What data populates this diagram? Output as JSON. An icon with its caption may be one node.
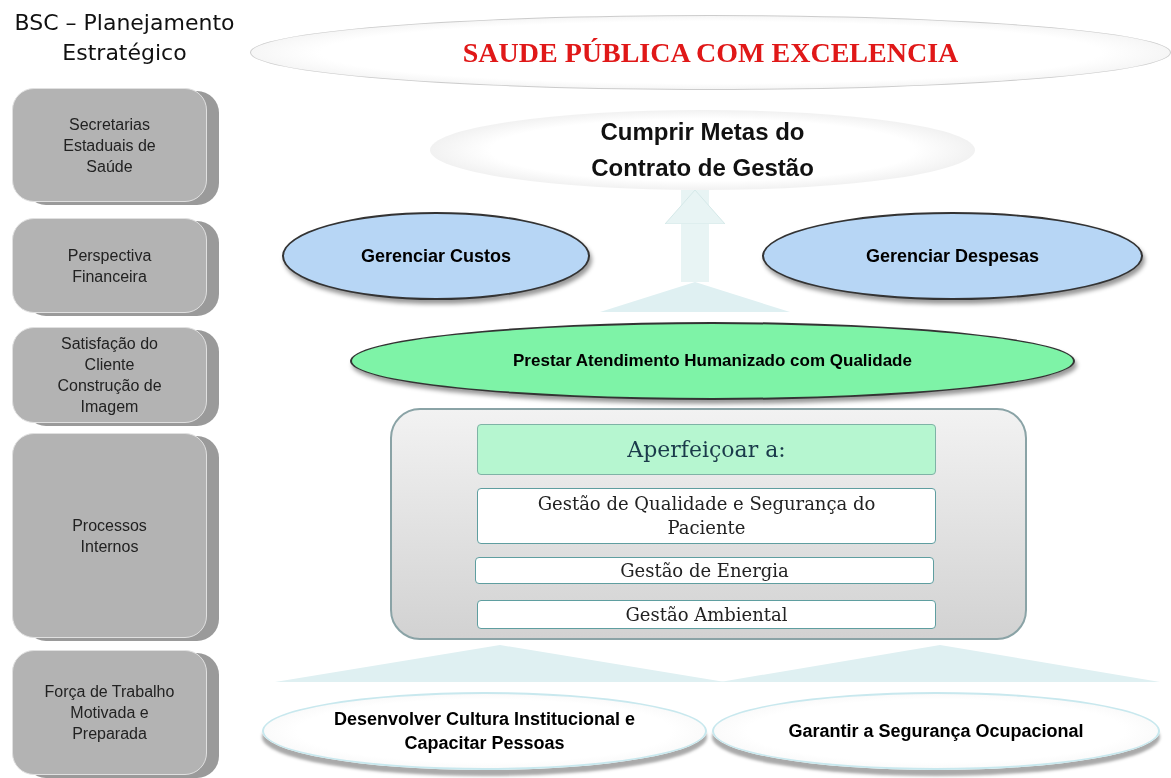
{
  "diagram": {
    "title": "BSC – Planejamento Estratégico",
    "nodes": [
      {
        "text": [
          "SAUDE PÚBLICA COM EXCELENCIA"
        ]
      },
      {
        "text": [
          "Secretarias Estaduais de Saúde"
        ]
      },
      {
        "text": [
          "Perspectiva Financeira"
        ]
      },
      {
        "text": [
          "Satisfação do Cliente Construção de Imagem"
        ]
      },
      {
        "text": [
          "Processos Internos"
        ]
      },
      {
        "text": [
          "Força de Trabalho Motivada e Preparada"
        ]
      },
      {
        "text": [
          "Cumprir Metas do Contrato de Gestão"
        ]
      },
      {
        "text": [
          "Gerenciar Custos"
        ]
      },
      {
        "text": [
          "Gerenciar Despesas"
        ]
      },
      {
        "text": [
          "Prestar Atendimento Humanizado com Qualidade"
        ]
      },
      {
        "text": [],
        "shape": "box"
      },
      {
        "text": [
          "Aperfeiçoar a:"
        ],
        "in": 10
      },
      {
        "text": [
          "Gestão de Qualidade e Segurança do Paciente"
        ],
        "in": 10
      },
      {
        "text": [
          "Gestão de Energia"
        ],
        "in": 10
      },
      {
        "text": [
          "Gestão Ambiental"
        ],
        "in": 10
      },
      {
        "text": [
          "Desenvolver Cultura Institucional e Capacitar Pessoas"
        ]
      },
      {
        "text": [
          "Garantir a Segurança Ocupacional"
        ]
      },
      {
        "text": [],
        "shape": "triangle"
      },
      {
        "text": [],
        "shape": "triangle"
      },
      {
        "text": [],
        "shape": "triangle"
      }
    ],
    "edges": [
      {
        "from": 17,
        "to": 6,
        "arrow": "to"
      }
    ]
  }
}
